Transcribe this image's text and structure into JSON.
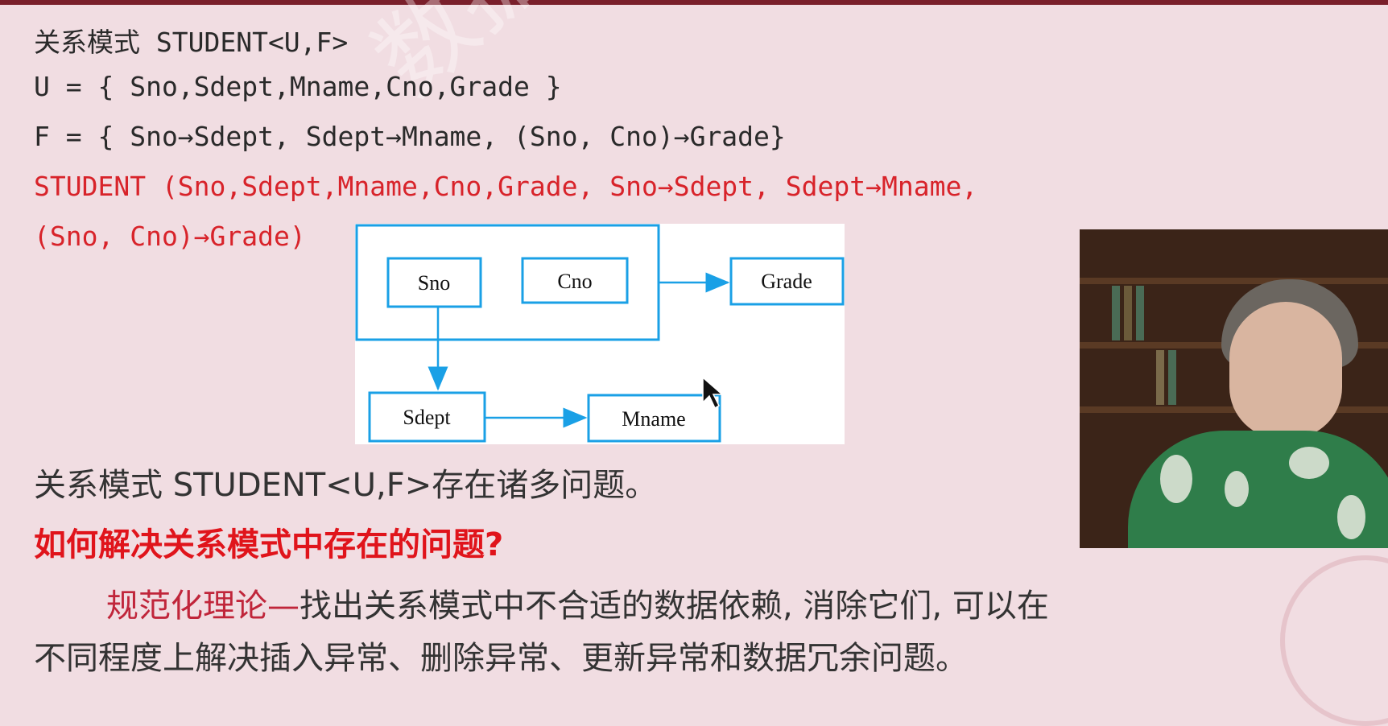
{
  "slide": {
    "lines": {
      "schema": "关系模式 STUDENT<U,F>",
      "u_set": "U = { Sno,Sdept,Mname,Cno,Grade }",
      "f_set": "F = { Sno→Sdept, Sdept→Mname, (Sno, Cno)→Grade}",
      "student_red_1": "STUDENT (Sno,Sdept,Mname,Cno,Grade, Sno→Sdept, Sdept→Mname,",
      "student_red_2": "(Sno, Cno)→Grade)"
    },
    "problem_statement": "关系模式 STUDENT<U,F>存在诸多问题。",
    "question": "如何解决关系模式中存在的问题?",
    "answer_term": "规范化理论—",
    "answer_rest": "找出关系模式中不合适的数据依赖, 消除它们, 可以在",
    "answer_line2": "不同程度上解决插入异常、删除异常、更新异常和数据冗余问题。",
    "watermark_text": "数据库系统概论"
  },
  "diagram": {
    "nodes": {
      "sno": "Sno",
      "cno": "Cno",
      "grade": "Grade",
      "sdept": "Sdept",
      "mname": "Mname"
    }
  },
  "colors": {
    "background": "#f1dde2",
    "accent_red": "#d8232a",
    "diagram_blue": "#1aa0e6"
  }
}
